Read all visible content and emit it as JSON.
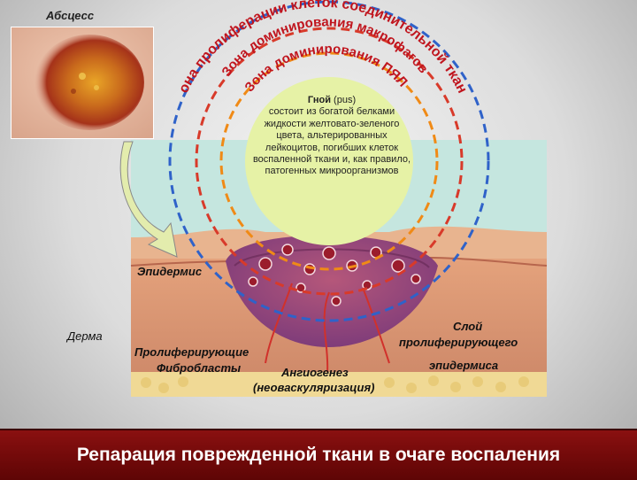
{
  "title": "Абсцесс",
  "zones": {
    "outer": "Зона пролиферации клеток соединительной ткани",
    "middle": "Зона доминирования макрофагов",
    "inner": "Зона доминирования ПЯЛ"
  },
  "pus": {
    "title": "Гной",
    "latin": "(pus)",
    "description": "состоит из богатой белками жидкости желтовато-зеленого цвета, альтерированных лейкоцитов, погибших клеток воспаленной ткани и, как правило, патогенных микроорганизмов"
  },
  "labels": {
    "epidermis": "Эпидермис",
    "derma": "Дерма",
    "fibroblasts_1": "Пролиферирующие",
    "fibroblasts_2": "Фибробласты",
    "angiogenesis_1": "Ангиогенез",
    "angiogenesis_2": "(неоваскуляризация)",
    "layer_1": "Слой",
    "layer_2": "пролиферирующего",
    "layer_3": "эпидермиса"
  },
  "footer": "Репарация поврежденной ткани в очаге воспаления",
  "colors": {
    "outer_ring": "#2f62c9",
    "middle_ring": "#d83a2a",
    "inner_ring": "#f08a16",
    "zone_text": "#c0151e",
    "pus_fill": "#e6f2a6",
    "footer_bg": "#7a0b0b"
  }
}
